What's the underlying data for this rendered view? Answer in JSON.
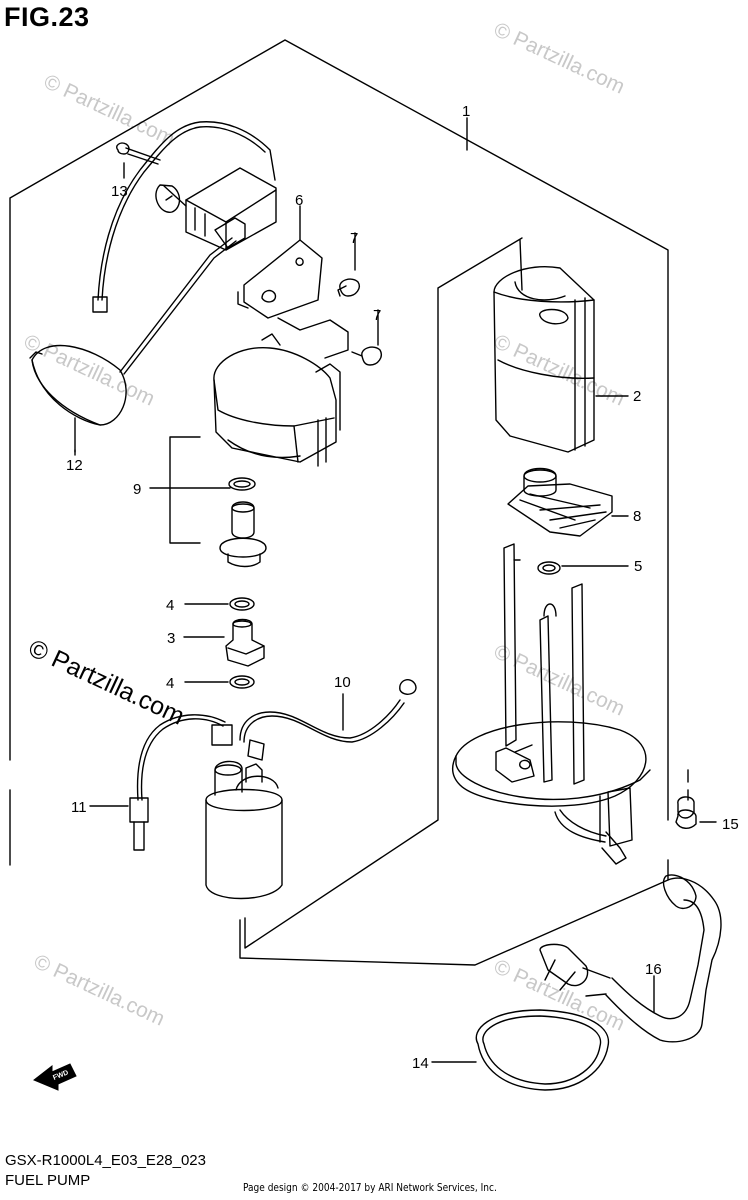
{
  "figure": {
    "title": "FIG.23",
    "model_code": "GSX-R1000L4_E03_E28_023",
    "name": "FUEL PUMP",
    "credit": "Page design © 2004-2017 by ARI Network Services, Inc.",
    "watermark": "© Partzilla.com",
    "fwd_label": "FWD"
  },
  "callouts": [
    {
      "label": "1"
    },
    {
      "label": "2"
    },
    {
      "label": "3"
    },
    {
      "label": "4"
    },
    {
      "label": "4"
    },
    {
      "label": "5"
    },
    {
      "label": "6"
    },
    {
      "label": "7"
    },
    {
      "label": "7"
    },
    {
      "label": "8"
    },
    {
      "label": "9"
    },
    {
      "label": "10"
    },
    {
      "label": "11"
    },
    {
      "label": "12"
    },
    {
      "label": "13"
    },
    {
      "label": "14"
    },
    {
      "label": "15"
    },
    {
      "label": "16"
    }
  ]
}
